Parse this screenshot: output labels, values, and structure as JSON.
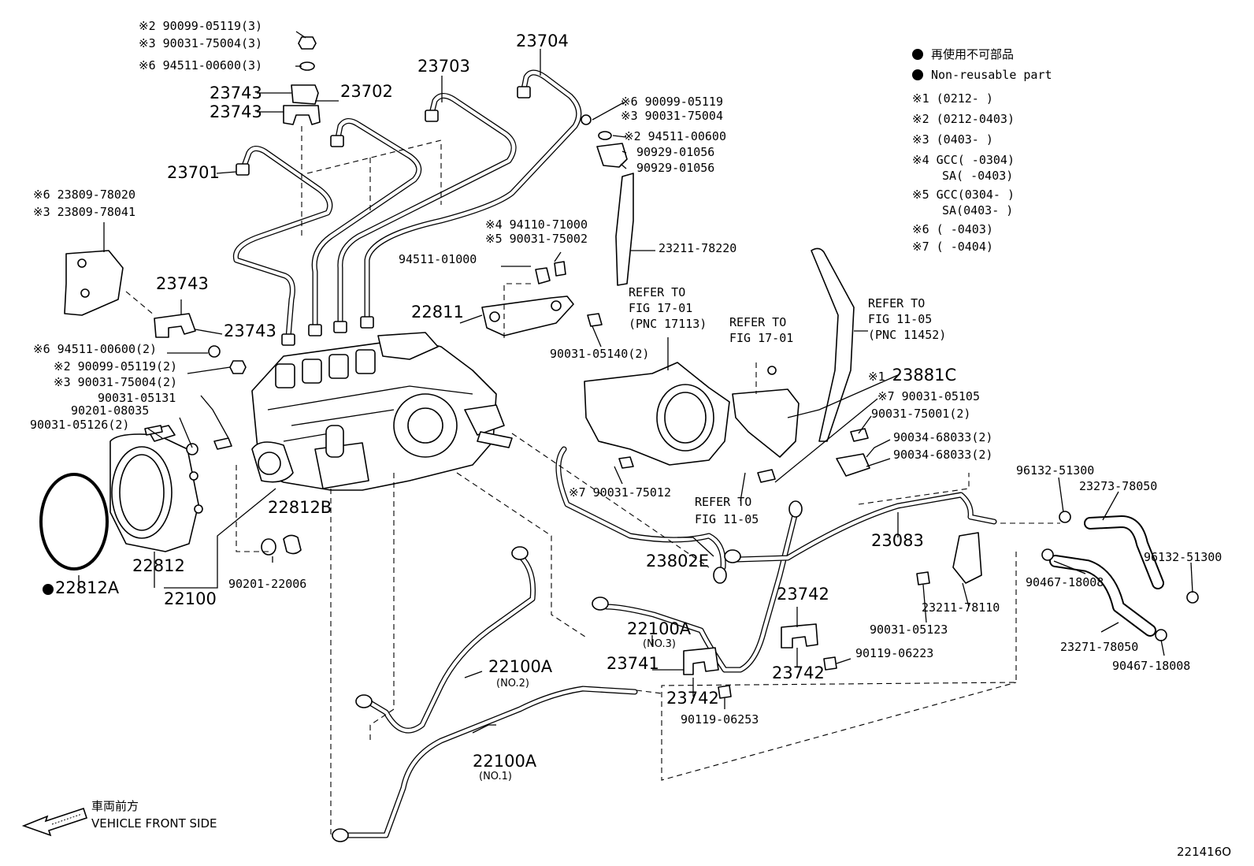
{
  "legend": {
    "non_reusable_jp": "再使用不可部品",
    "non_reusable_en": "Non-reusable part",
    "notes": [
      {
        "mark": "※1",
        "text": "(0212-      )"
      },
      {
        "mark": "※2",
        "text": "(0212-0403)"
      },
      {
        "mark": "※3",
        "text": "(0403-      )"
      },
      {
        "mark": "※4",
        "text": "GCC(     -0304)"
      },
      {
        "mark": "",
        "text": "SA(     -0403)"
      },
      {
        "mark": "※5",
        "text": "GCC(0304-     )"
      },
      {
        "mark": "",
        "text": "SA(0403-     )"
      },
      {
        "mark": "※6",
        "text": "(     -0403)"
      },
      {
        "mark": "※7",
        "text": "(     -0404)"
      }
    ]
  },
  "labels": {
    "l01": "※2 90099-05119(3)",
    "l02": "※3 90031-75004(3)",
    "l03": "※6 94511-00600(3)",
    "l04": "23743",
    "l05": "23743",
    "l06": "23702",
    "l07": "23703",
    "l08": "23704",
    "l09": "23701",
    "l10": "※6 23809-78020",
    "l11": "※3 23809-78041",
    "l12": "23743",
    "l13": "23743",
    "l14": "※6 94511-00600(2)",
    "l15": "※2 90099-05119(2)",
    "l16": "※3 90031-75004(2)",
    "l17": "90031-05131",
    "l18": "90201-08035",
    "l19": "90031-05126(2)",
    "l20": "22812B",
    "l21": "22812",
    "l22": "22100",
    "l23": "22812A",
    "l24": "90201-22006",
    "l25": "※6 90099-05119",
    "l26": "※3 90031-75004",
    "l27": "※2 94511-00600",
    "l28": "90929-01056",
    "l29": "90929-01056",
    "l30": "23211-78220",
    "l31": "※4 94110-71000",
    "l32": "※5 90031-75002",
    "l33": "94511-01000",
    "l34": "22811",
    "l35": "90031-05140(2)",
    "l36a": "REFER TO",
    "l36b": "FIG 17-01",
    "l36c": "(PNC 17113)",
    "l37a": "REFER TO",
    "l37b": "FIG 17-01",
    "l38a": "REFER TO",
    "l38b": "FIG 11-05",
    "l38c": "(PNC 11452)",
    "l39": "※1",
    "l39b": "23881C",
    "l40": "※7 90031-05105",
    "l41": "90031-75001(2)",
    "l42": "90034-68033(2)",
    "l43": "90034-68033(2)",
    "l44": "※7 90031-75012",
    "l45a": "REFER TO",
    "l45b": "FIG 11-05",
    "l46": "23802E",
    "l47": "23083",
    "l48": "96132-51300",
    "l49": "23273-78050",
    "l50": "96132-51300",
    "l51": "90467-18008",
    "l52": "23271-78050",
    "l53": "90467-18008",
    "l54": "23211-78110",
    "l55": "90031-05123",
    "l56": "23742",
    "l57": "23742",
    "l58": "90119-06223",
    "l59": "22100A",
    "l59b": "(NO.3)",
    "l60": "23741",
    "l61": "23742",
    "l62": "90119-06253",
    "l63": "22100A",
    "l63b": "(NO.2)",
    "l64": "22100A",
    "l64b": "(NO.1)",
    "front_jp": "車両前方",
    "front_en": "VEHICLE FRONT SIDE",
    "fig_id": "221416O"
  }
}
